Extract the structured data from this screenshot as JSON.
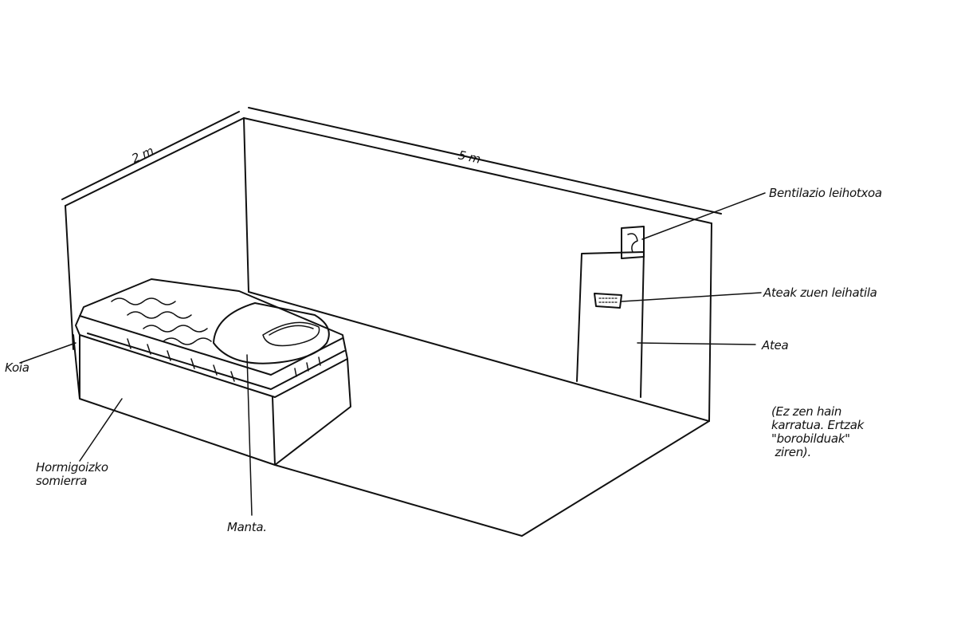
{
  "dimensions": {
    "width_label": "2 m",
    "length_label": "5 m"
  },
  "labels": {
    "vent": "Bentilazio leihotxoa",
    "door_window": "Ateak zuen leihatila",
    "door": "Atea",
    "pillow": "Koia",
    "concrete_base": "Hormigoizko\nsomierra",
    "blanket": "Manta."
  },
  "note": "(Ez zen hain\nkarratua. Ertzak\n\"borobilduak\"\n ziren)."
}
